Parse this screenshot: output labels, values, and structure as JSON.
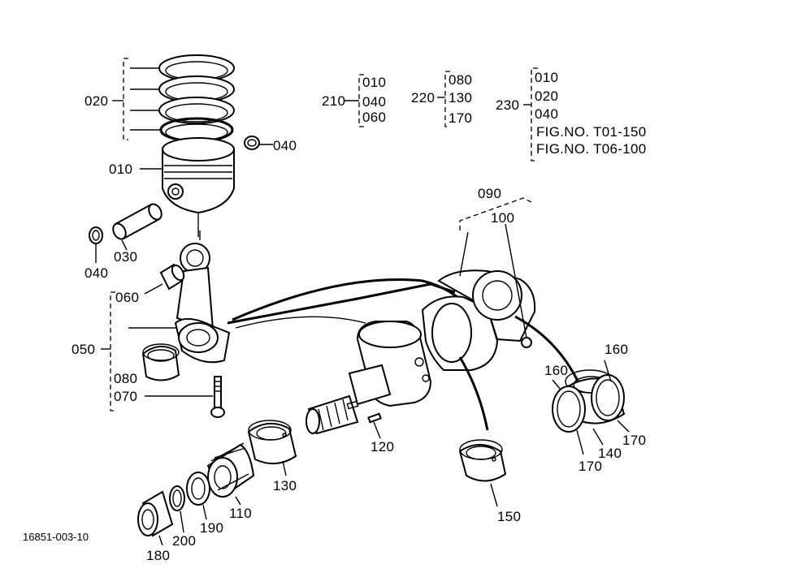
{
  "drawing_number": "16851-003-10",
  "parts": {
    "p010": "010",
    "p020": "020",
    "p030": "030",
    "p040a": "040",
    "p040b": "040",
    "p050": "050",
    "p060": "060",
    "p070": "070",
    "p080": "080",
    "p090": "090",
    "p100": "100",
    "p110": "110",
    "p120": "120",
    "p130": "130",
    "p140": "140",
    "p150": "150",
    "p160a": "160",
    "p160b": "160",
    "p170a": "170",
    "p170b": "170",
    "p180": "180",
    "p190": "190",
    "p200": "200"
  },
  "groups": {
    "g210": {
      "label": "210",
      "items": [
        "010",
        "040",
        "060"
      ]
    },
    "g220": {
      "label": "220",
      "items": [
        "080",
        "130",
        "170"
      ]
    },
    "g230": {
      "label": "230",
      "items": [
        "010",
        "020",
        "040"
      ],
      "refs": [
        "FIG.NO. T01-150",
        "FIG.NO. T06-100"
      ]
    }
  }
}
